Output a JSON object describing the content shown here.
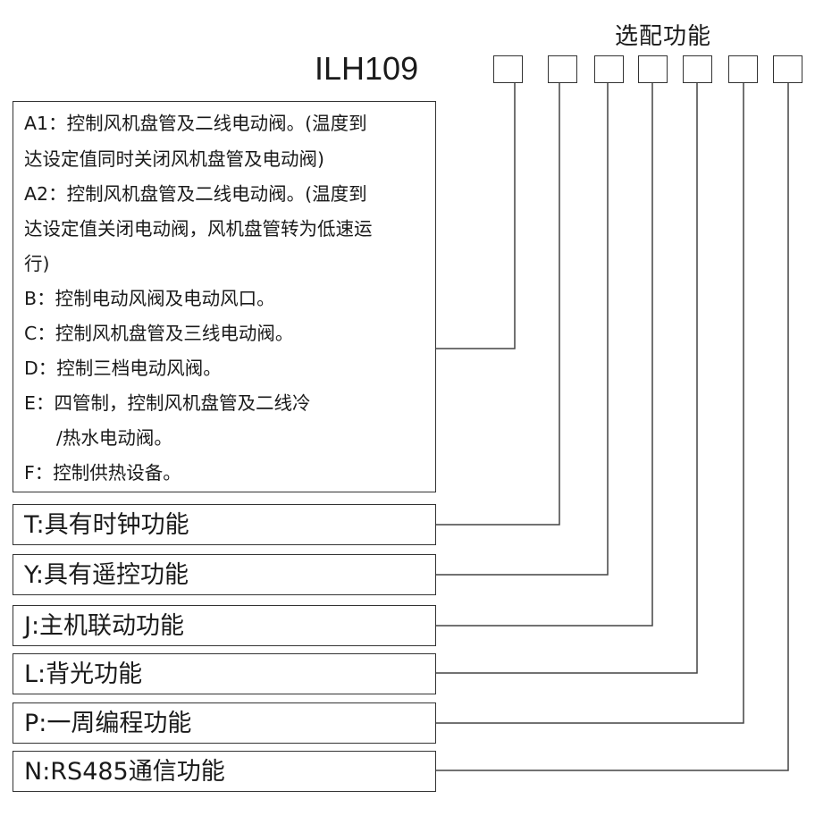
{
  "header": {
    "optional_label": "选配功能",
    "model": "ILH109"
  },
  "control_options": [
    "A1：控制风机盘管及二线电动阀。(温度到",
    "达设定值同时关闭风机盘管及电动阀)",
    "A2：控制风机盘管及二线电动阀。(温度到",
    "达设定值关闭电动阀，风机盘管转为低速运",
    "行)",
    "B：控制电动风阀及电动风口。",
    "C：控制风机盘管及三线电动阀。",
    "D：控制三档电动风阀。",
    "E：四管制，控制风机盘管及二线冷",
    "/热水电动阀。",
    "F：控制供热设备。"
  ],
  "features": [
    "T:具有时钟功能",
    "Y:具有遥控功能",
    "J:主机联动功能",
    "L:背光功能",
    "P:一周编程功能",
    "N:RS485通信功能"
  ]
}
